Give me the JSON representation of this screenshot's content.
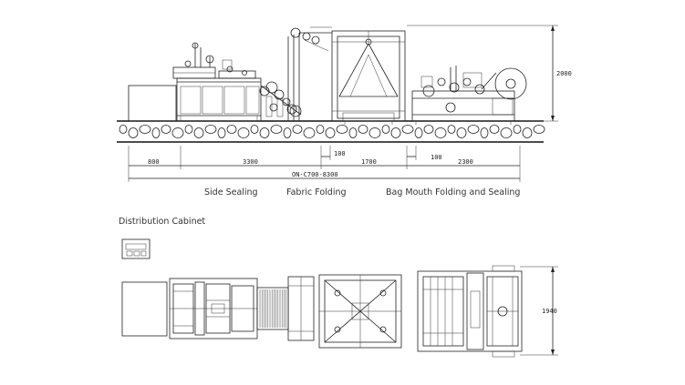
{
  "labels": {
    "side_sealing": "Side Sealing",
    "fabric_folding": "Fabric Folding",
    "bag_mouth": "Bag Mouth Folding and Sealing",
    "distribution_cabinet": "Distribution Cabinet"
  },
  "dimensions": {
    "height_total": "2000",
    "d800": "800",
    "d3300": "3300",
    "d100a": "100",
    "d1700": "1700",
    "d100b": "100",
    "d2300": "2300",
    "model_length": "ON-C700-8300",
    "width_plan": "1940"
  }
}
